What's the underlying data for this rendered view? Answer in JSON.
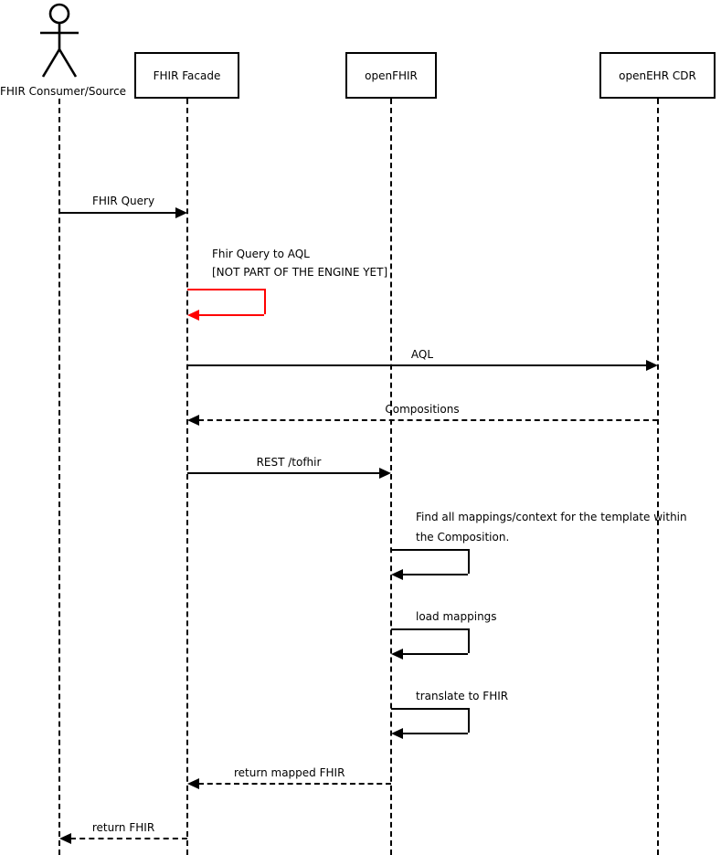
{
  "diagram": {
    "type": "uml-sequence",
    "participants": [
      {
        "id": "consumer",
        "kind": "actor",
        "label": "FHIR Consumer/Source"
      },
      {
        "id": "facade",
        "kind": "box",
        "label": "FHIR Facade"
      },
      {
        "id": "openfhir",
        "kind": "box",
        "label": "openFHIR"
      },
      {
        "id": "cdr",
        "kind": "box",
        "label": "openEHR CDR"
      }
    ],
    "messages": [
      {
        "from": "consumer",
        "to": "facade",
        "style": "solid",
        "label": "FHIR Query"
      },
      {
        "from": "facade",
        "to": "facade",
        "style": "self",
        "color": "#ff0000",
        "label": "Fhir Query to AQL",
        "note": "[NOT PART OF THE ENGINE YET]"
      },
      {
        "from": "facade",
        "to": "cdr",
        "style": "solid",
        "label": "AQL"
      },
      {
        "from": "cdr",
        "to": "facade",
        "style": "dashed",
        "label": "Compositions"
      },
      {
        "from": "facade",
        "to": "openfhir",
        "style": "solid",
        "label": "REST /tofhir"
      },
      {
        "from": "openfhir",
        "to": "openfhir",
        "style": "self",
        "label": "Find all mappings/context for the template within",
        "label2": "the Composition."
      },
      {
        "from": "openfhir",
        "to": "openfhir",
        "style": "self",
        "label": "load mappings"
      },
      {
        "from": "openfhir",
        "to": "openfhir",
        "style": "self",
        "label": "translate to FHIR"
      },
      {
        "from": "openfhir",
        "to": "facade",
        "style": "dashed",
        "label": "return mapped FHIR"
      },
      {
        "from": "facade",
        "to": "consumer",
        "style": "dashed",
        "label": "return FHIR"
      }
    ],
    "colors": {
      "line": "#000000",
      "highlight": "#ff0000",
      "background": "#ffffff"
    }
  }
}
